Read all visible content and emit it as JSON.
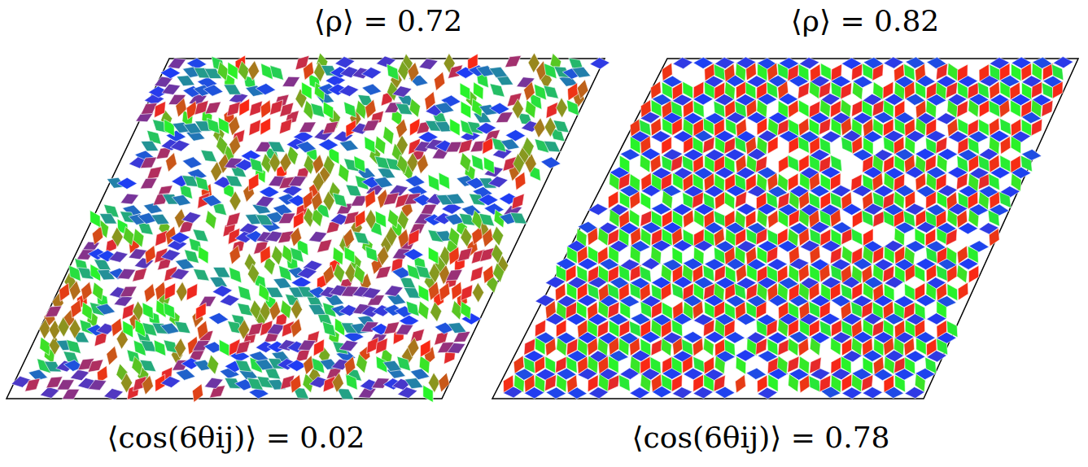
{
  "diagram": {
    "labels": [
      "⟨ρ⟩ = 0.72",
      "⟨ρ⟩ = 0.82",
      "⟨cos(6θij)⟩ = 0.02",
      "⟨cos(6θij)⟩ = 0.78"
    ]
  }
}
